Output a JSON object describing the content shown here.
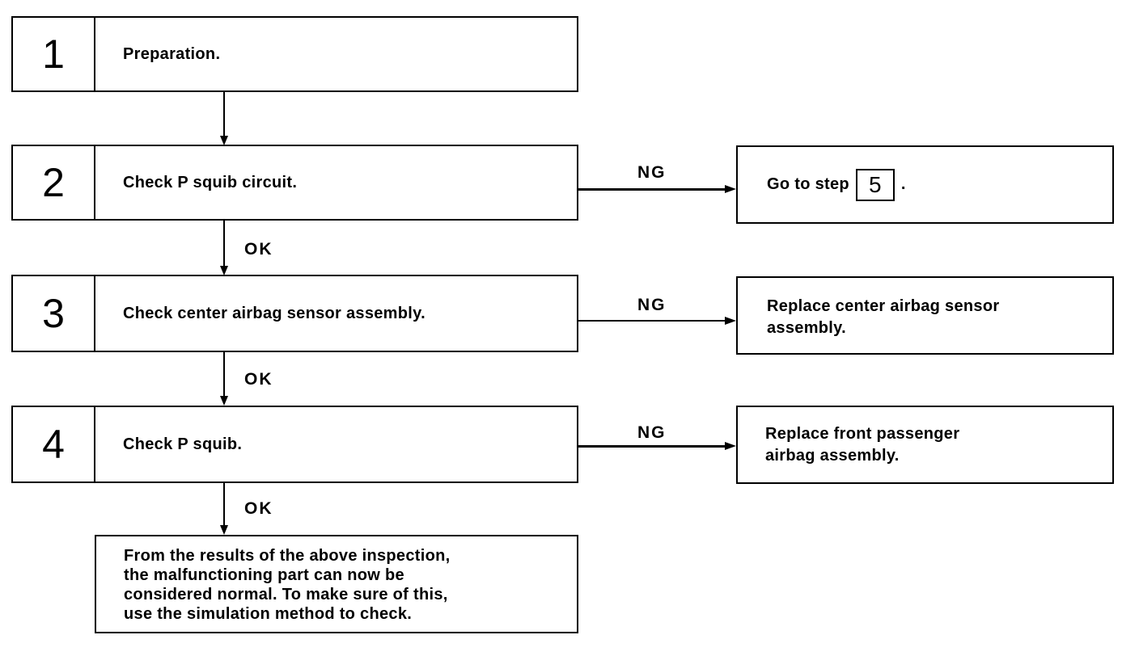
{
  "steps": [
    {
      "number": "1",
      "text": "Preparation."
    },
    {
      "number": "2",
      "text": "Check P squib circuit."
    },
    {
      "number": "3",
      "text": "Check center airbag sensor assembly."
    },
    {
      "number": "4",
      "text": "Check P squib."
    }
  ],
  "ng_label": "NG",
  "ok_label": "OK",
  "results": {
    "step2": {
      "prefix": "Go to step",
      "ref": "5",
      "suffix": "."
    },
    "step3": {
      "line1": "Replace center airbag sensor",
      "line2": "assembly."
    },
    "step4": {
      "line1": "Replace front passenger",
      "line2": "airbag assembly."
    }
  },
  "final": {
    "line1": "From the results of the above inspection,",
    "line2": "the malfunctioning part can now be",
    "line3": "considered normal. To make sure of this,",
    "line4": "use the simulation method to check."
  }
}
